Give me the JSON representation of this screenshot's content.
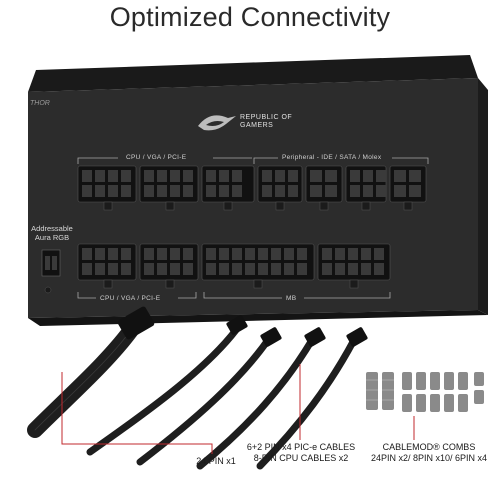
{
  "title": "Optimized Connectivity",
  "psu": {
    "model_badge": "THOR",
    "brand_line1": "REPUBLIC OF",
    "brand_line2": "GAMERS",
    "top_section_left": "CPU / VGA / PCI-E",
    "top_section_right": "Peripheral - IDE / SATA / Molex",
    "bottom_section_left": "CPU / VGA / PCI-E",
    "bottom_section_right": "MB",
    "aura_line1": "Addressable",
    "aura_line2": "Aura RGB"
  },
  "callouts": {
    "pin24": "24 PIN x1",
    "pcie_line1": "6+2 PIN x4 PIC-e CABLES",
    "pcie_line2": "8-PIN CPU CABLES x2",
    "combs_line1": "CABLEMOD® COMBS",
    "combs_line2": "24PIN x2/ 8PIN x10/ 6PIN x4"
  },
  "icons": [
    "rog-eye-icon"
  ],
  "colors": {
    "psu_body": "#2b2b2b",
    "callout_line": "#c0282d",
    "cable": "#1e1e1e"
  }
}
